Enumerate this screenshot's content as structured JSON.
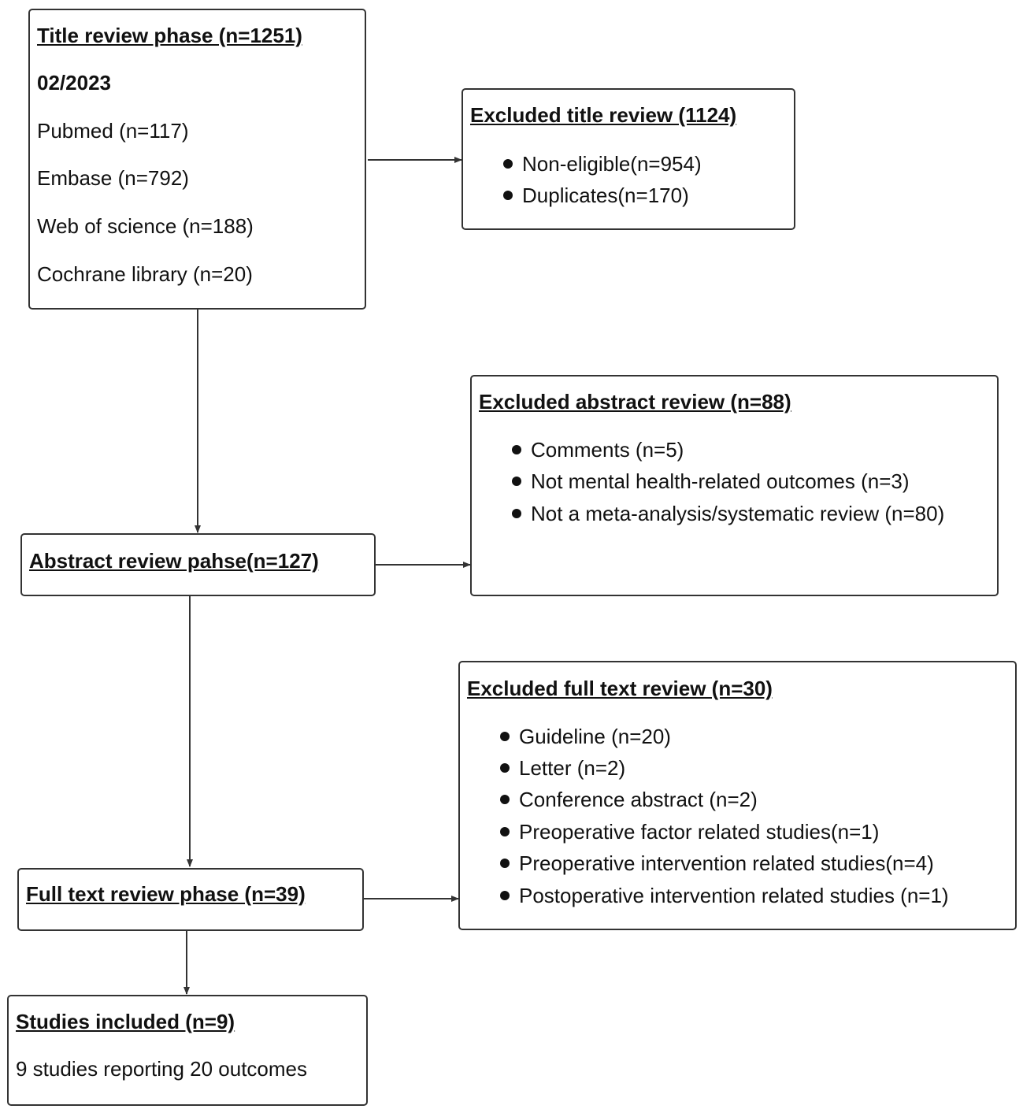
{
  "title_phase": {
    "heading": "Title review phase (n=1251)",
    "date": "02/2023",
    "sources": [
      "Pubmed (n=117)",
      "Embase (n=792)",
      "Web of science (n=188)",
      "Cochrane library (n=20)"
    ]
  },
  "excluded_title": {
    "heading": "Excluded title review (1124)",
    "items": [
      "Non-eligible(n=954)",
      "Duplicates(n=170)"
    ]
  },
  "excluded_abstract": {
    "heading": "Excluded abstract review (n=88)",
    "items": [
      "Comments (n=5)",
      "Not mental health-related outcomes (n=3)",
      "Not a meta-analysis/systematic review (n=80)"
    ]
  },
  "abstract_phase": {
    "heading": "Abstract review pahse(n=127)"
  },
  "excluded_fulltext": {
    "heading": "Excluded full text review (n=30)",
    "items": [
      "Guideline (n=20)",
      "Letter (n=2)",
      "Conference abstract (n=2)",
      "Preoperative factor related studies(n=1)",
      "Preoperative intervention related studies(n=4)",
      "Postoperative intervention related studies (n=1)"
    ]
  },
  "fulltext_phase": {
    "heading": "Full text review phase (n=39)"
  },
  "included": {
    "heading": "Studies included (n=9)",
    "description": "9 studies reporting 20 outcomes"
  },
  "colors": {
    "line": "#333333",
    "text": "#111111",
    "background": "#ffffff"
  }
}
